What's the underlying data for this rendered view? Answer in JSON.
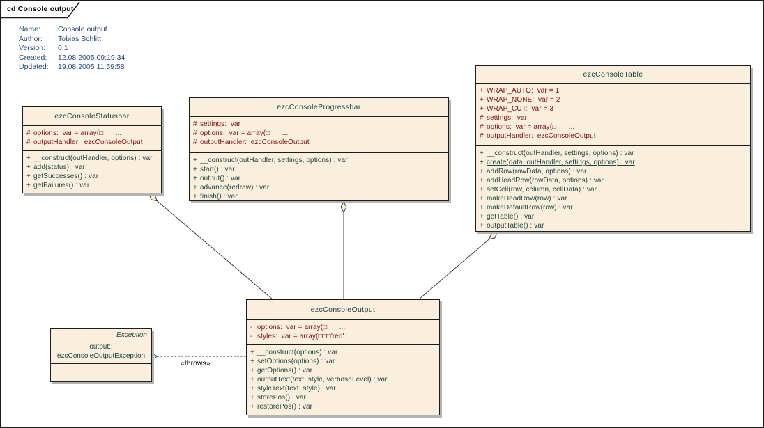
{
  "frame": {
    "label": "cd Console output"
  },
  "meta": {
    "rows": [
      {
        "label": "Name:",
        "value": "Console output"
      },
      {
        "label": "Author:",
        "value": "Tobias Schlitt"
      },
      {
        "label": "Version:",
        "value": "0.1"
      },
      {
        "label": "Created:",
        "value": "12.08.2005 09:19:34"
      },
      {
        "label": "Updated:",
        "value": "19.08.2005 11:59:58"
      }
    ]
  },
  "colors": {
    "bg": "#FFFFFF",
    "fill": "#F9EFDC",
    "border": "#1C1C1C",
    "shadow": "#B3B3B3",
    "title": "#1E4545",
    "method": "#1E4545",
    "attr": "#7E1113",
    "meta": "#27497B",
    "line": "#3C3C3C",
    "frame_label": "#000000"
  },
  "classes": [
    {
      "title": "ezcConsoleStatusbar",
      "attributes": [
        {
          "vis": "#",
          "text": "options:  var = array(□      ..."
        },
        {
          "vis": "#",
          "text": "outputHandler:  ezcConsoleOutput"
        }
      ],
      "methods": [
        {
          "vis": "+",
          "text": "__construct(outHandler, options) : var"
        },
        {
          "vis": "+",
          "text": "add(status) : var"
        },
        {
          "vis": "+",
          "text": "getSuccesses() : var"
        },
        {
          "vis": "+",
          "text": "getFailures() : var"
        }
      ]
    },
    {
      "title": "ezcConsoleProgressbar",
      "attributes": [
        {
          "vis": "#",
          "text": "settings:  var"
        },
        {
          "vis": "#",
          "text": "options:  var = array(□      ..."
        },
        {
          "vis": "#",
          "text": "outputHandler:  ezcConsoleOutput"
        }
      ],
      "methods": [
        {
          "vis": "+",
          "text": "__construct(outHandler, settings, options) : var"
        },
        {
          "vis": "+",
          "text": "start() : var"
        },
        {
          "vis": "+",
          "text": "output() : var"
        },
        {
          "vis": "+",
          "text": "advance(redraw) : var"
        },
        {
          "vis": "+",
          "text": "finish() : var"
        }
      ]
    },
    {
      "title": "ezcConsoleTable",
      "attributes": [
        {
          "vis": "+",
          "text": "WRAP_AUTO:  var = 1"
        },
        {
          "vis": "+",
          "text": "WRAP_NONE:  var = 2"
        },
        {
          "vis": "+",
          "text": "WRAP_CUT:  var = 3"
        },
        {
          "vis": "#",
          "text": "settings:  var"
        },
        {
          "vis": "#",
          "text": "options:  var = array(□      ..."
        },
        {
          "vis": "#",
          "text": "outputHandler:  ezcConsoleOutput"
        }
      ],
      "methods": [
        {
          "vis": "+",
          "text": "__construct(outHandler, settings, options) : var"
        },
        {
          "vis": "+",
          "text": "create(data, outHandler, settings, options) : var",
          "u": true
        },
        {
          "vis": "+",
          "text": "addRow(rowData, options) : var"
        },
        {
          "vis": "+",
          "text": "addHeadRow(rowData, options) : var"
        },
        {
          "vis": "+",
          "text": "setCell(row, column, cellData) : var"
        },
        {
          "vis": "+",
          "text": "makeHeadRow(row) : var"
        },
        {
          "vis": "+",
          "text": "makeDefaultRow(row) : var"
        },
        {
          "vis": "+",
          "text": "getTable() : var"
        },
        {
          "vis": "+",
          "text": "outputTable() : var"
        }
      ]
    },
    {
      "title": "ezcConsoleOutput",
      "attributes": [
        {
          "vis": "-",
          "text": "options:  var = array(□      ..."
        },
        {
          "vis": "-",
          "text": "styles:  var = array(□□□'red' ..."
        }
      ],
      "methods": [
        {
          "vis": "+",
          "text": "__construct(options) : var"
        },
        {
          "vis": "+",
          "text": "setOptions(options) : var"
        },
        {
          "vis": "+",
          "text": "getOptions() : var"
        },
        {
          "vis": "+",
          "text": "outputText(text, style, verboseLevel) : var"
        },
        {
          "vis": "+",
          "text": "styleText(text, style) : var"
        },
        {
          "vis": "+",
          "text": "storePos() : var"
        },
        {
          "vis": "+",
          "text": "restorePos() : var"
        }
      ]
    },
    {
      "stereotype": "Exception",
      "name_line1": "output::",
      "name_line2": "ezcConsoleOutputException"
    }
  ],
  "connectors": {
    "throws_label": "«throws»"
  }
}
